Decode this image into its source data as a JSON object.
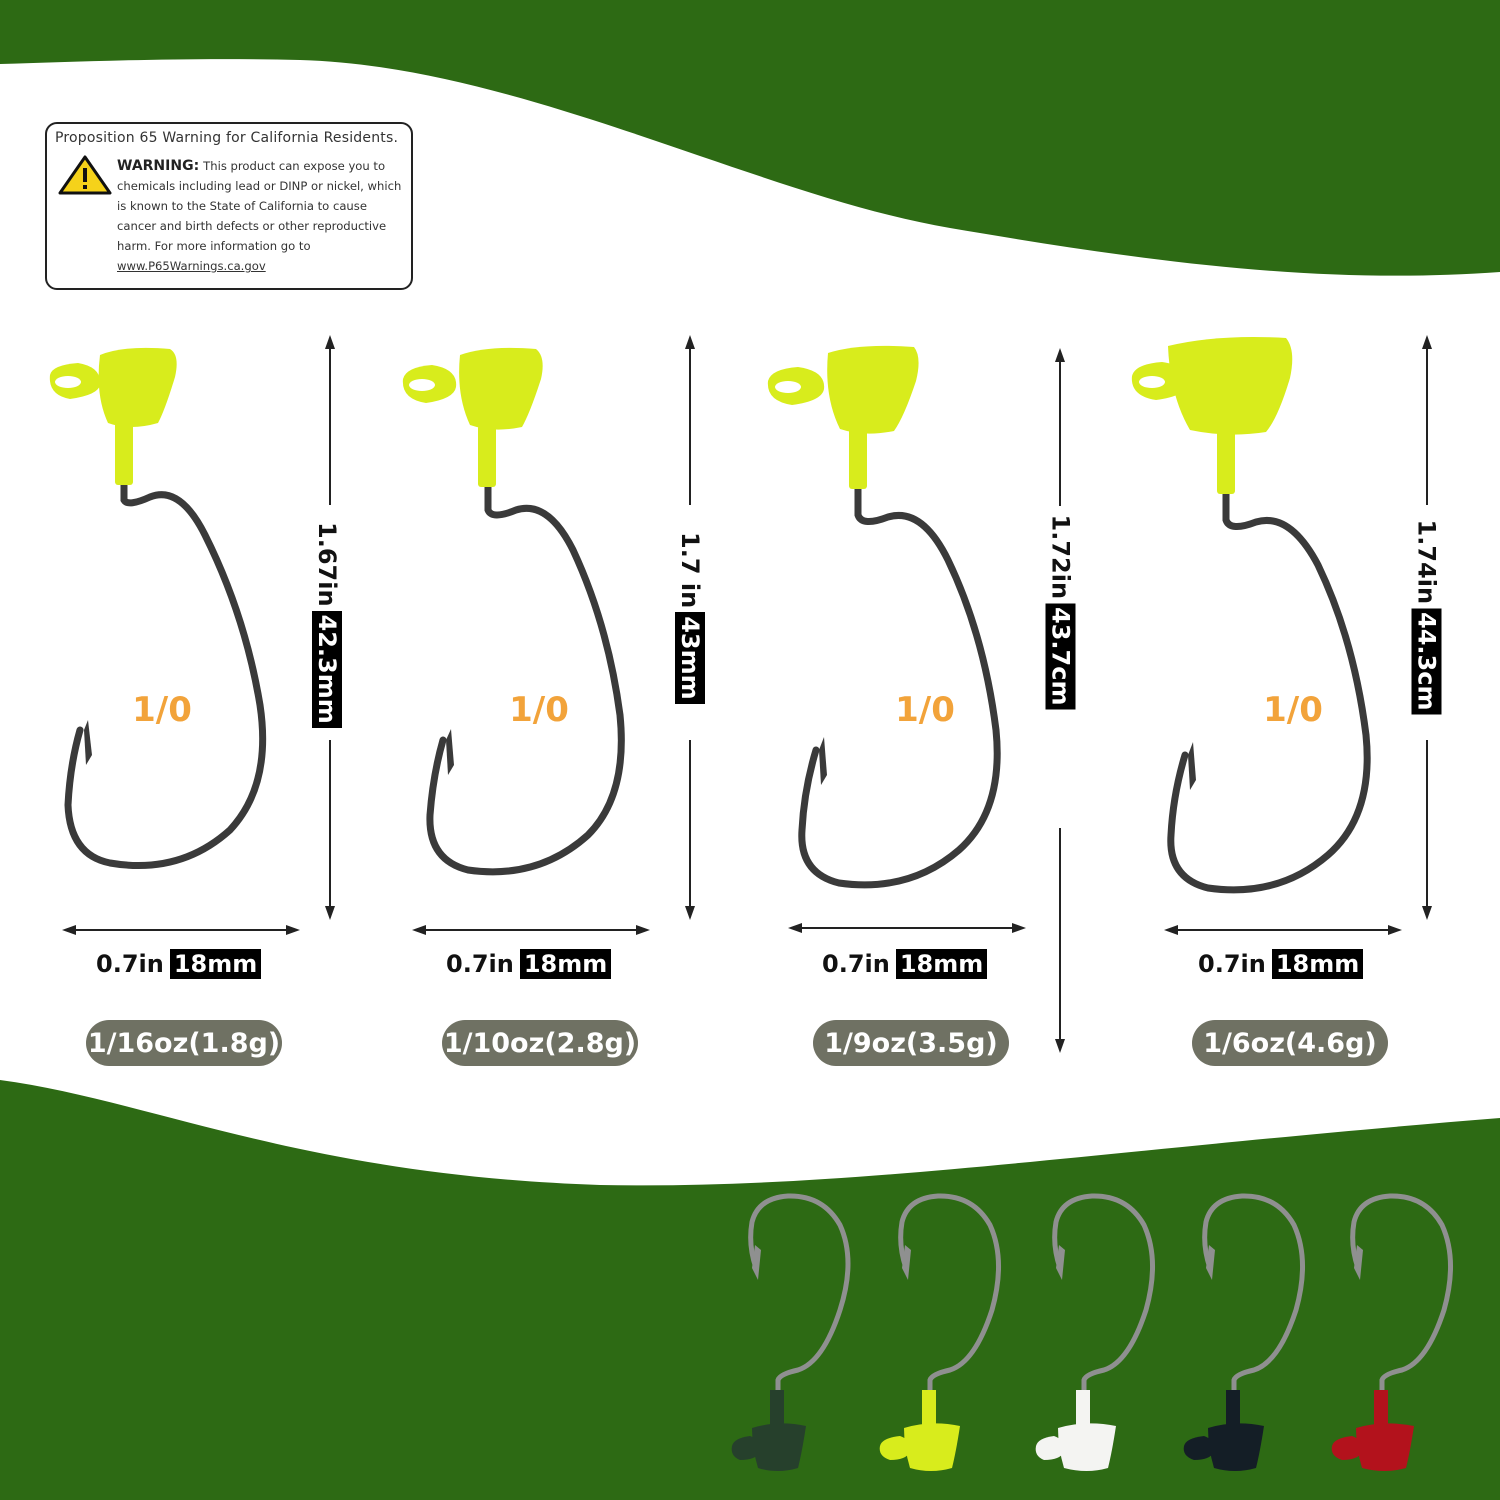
{
  "colors": {
    "background_green": "#2d6a14",
    "hook_head_lime": "#d8ec1c",
    "size_label_orange": "#f2a33a",
    "weight_pill_gray": "#6f7163",
    "hook_metal": "#3a3a3a"
  },
  "warning_label": {
    "title": "Proposition 65 Warning for California Residents.",
    "heading": "WARNING:",
    "body": "This product can expose you to chemicals including lead or DINP or nickel, which is known to the State of California to cause cancer and birth defects or other reproductive harm. For more information go to",
    "url": "www.P65Warnings.ca.gov",
    "icon": "warning-triangle-icon"
  },
  "hooks": [
    {
      "size": "1/0",
      "height_in": "1.67in",
      "height_metric": "42.3mm",
      "width_in": "0.7in",
      "width_metric": "18mm",
      "weight": "1/16oz(1.8g)"
    },
    {
      "size": "1/0",
      "height_in": "1.7 in",
      "height_metric": "43mm",
      "width_in": "0.7in",
      "width_metric": "18mm",
      "weight": "1/10oz(2.8g)"
    },
    {
      "size": "1/0",
      "height_in": "1.72in",
      "height_metric": "43.7cm",
      "width_in": "0.7in",
      "width_metric": "18mm",
      "weight": "1/9oz(3.5g)"
    },
    {
      "size": "1/0",
      "height_in": "1.74in",
      "height_metric": "44.3cm",
      "width_in": "0.7in",
      "width_metric": "18mm",
      "weight": "1/6oz(4.6g)"
    }
  ],
  "color_variants": [
    {
      "name": "green",
      "color": "#26402c"
    },
    {
      "name": "chartreuse",
      "color": "#d8ec1c"
    },
    {
      "name": "white",
      "color": "#f4f4f2"
    },
    {
      "name": "black",
      "color": "#141e26"
    },
    {
      "name": "red",
      "color": "#b3121c"
    }
  ]
}
